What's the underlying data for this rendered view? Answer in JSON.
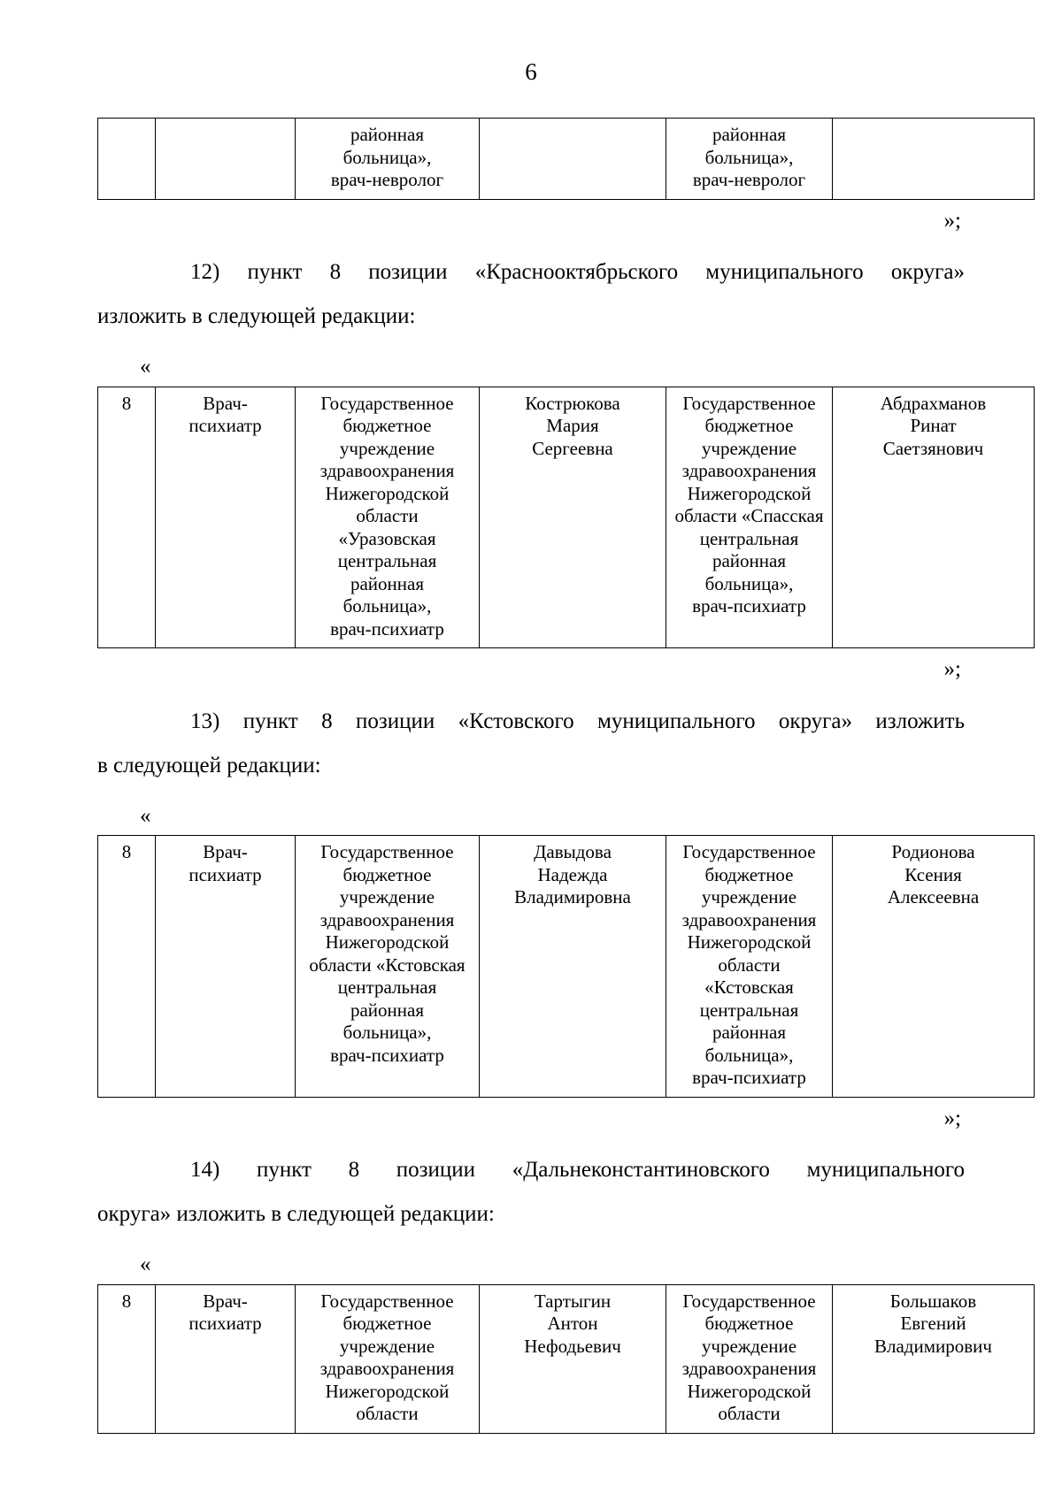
{
  "document": {
    "page_number": "6",
    "language": "ru",
    "open_quote_mark": "«",
    "close_quote_mark": "»;"
  },
  "tables": {
    "continuation": {
      "label": "continued-table-fragment",
      "rows": [
        {
          "num": "",
          "role": "",
          "org_current": [
            "районная",
            "больница»,",
            "врач-невролог"
          ],
          "name_current": [],
          "org_new": [
            "районная",
            "больница»,",
            "врач-невролог"
          ],
          "name_new": []
        }
      ]
    },
    "item12": {
      "rows": [
        {
          "num": "8",
          "role": [
            "Врач-",
            "психиатр"
          ],
          "org_current": [
            "Государственное",
            "бюджетное",
            "учреждение",
            "здравоохранения",
            "Нижегородской",
            "области",
            "«Уразовская",
            "центральная",
            "районная",
            "больница»,",
            "врач-психиатр"
          ],
          "name_current": [
            "Кострюкова",
            "Мария",
            "Сергеевна"
          ],
          "org_new": [
            "Государственное",
            "бюджетное",
            "учреждение",
            "здравоохранения",
            "Нижегородской",
            "области «Спасская",
            "центральная",
            "районная",
            "больница»,",
            "врач-психиатр"
          ],
          "name_new": [
            "Абдрахманов",
            "Ринат",
            "Саетзянович"
          ]
        }
      ]
    },
    "item13": {
      "rows": [
        {
          "num": "8",
          "role": [
            "Врач-",
            "психиатр"
          ],
          "org_current": [
            "Государственное",
            "бюджетное",
            "учреждение",
            "здравоохранения",
            "Нижегородской",
            "области «Кстовская",
            "центральная",
            "районная",
            "больница»,",
            "врач-психиатр"
          ],
          "name_current": [
            "Давыдова",
            "Надежда",
            "Владимировна"
          ],
          "org_new": [
            "Государственное",
            "бюджетное",
            "учреждение",
            "здравоохранения",
            "Нижегородской",
            "области",
            "«Кстовская",
            "центральная",
            "районная",
            "больница»,",
            "врач-психиатр"
          ],
          "name_new": [
            "Родионова",
            "Ксения",
            "Алексеевна"
          ]
        }
      ]
    },
    "item14": {
      "rows": [
        {
          "num": "8",
          "role": [
            "Врач-",
            "психиатр"
          ],
          "org_current": [
            "Государственное",
            "бюджетное",
            "учреждение",
            "здравоохранения",
            "Нижегородской",
            "области"
          ],
          "name_current": [
            "Тартыгин",
            "Антон",
            "Нефодьевич"
          ],
          "org_new": [
            "Государственное",
            "бюджетное",
            "учреждение",
            "здравоохранения",
            "Нижегородской",
            "области"
          ],
          "name_new": [
            "Большаков",
            "Евгений",
            "Владимирович"
          ]
        }
      ]
    }
  },
  "paragraphs": {
    "item12": {
      "line1": "12) пункт 8 позиции «Краснооктябрьского муниципального округа»",
      "line2": "изложить в следующей редакции:"
    },
    "item13": {
      "line1": "13) пункт 8 позиции «Кстовского муниципального округа» изложить",
      "line2": "в следующей редакции:"
    },
    "item14": {
      "line1": "14) пункт 8 позиции «Дальнеконстантиновского муниципального",
      "line2": "округа» изложить в следующей редакции:"
    }
  }
}
